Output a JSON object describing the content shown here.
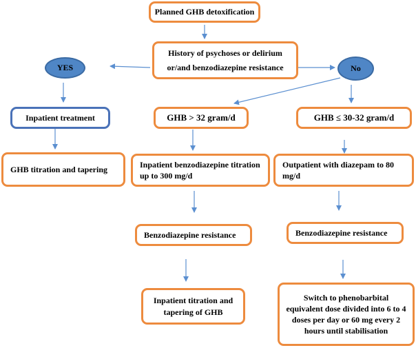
{
  "nodes": {
    "planned": "Planned GHB detoxification",
    "history_line1": "History of psychoses or delirium",
    "history_line2": "or/and benzodiazepine resistance",
    "yes": "YES",
    "no": "No",
    "inpatient_treatment": "Inpatient treatment",
    "ghb_titration": "GHB titration and tapering",
    "ghb_high": "GHB > 32 gram/d",
    "ghb_low": "GHB ≤ 30-32 gram/d",
    "inpatient_benzo": "Inpatient benzodiazepine titration up to 300 mg/d",
    "outpatient_diazepam": "Outpatient with diazepam to 80 mg/d",
    "benzo_resistance_left": "Benzodiazepine resistance",
    "benzo_resistance_right": "Benzodiazepine resistance",
    "inpatient_titration_ghb": "Inpatient titration and tapering of GHB",
    "switch_phenobarbital": "Switch to phenobarbital equivalent dose divided into 6 to 4 doses per day or 60 mg every 2 hours until stabilisation"
  },
  "colors": {
    "box_border": "#ed8b3e",
    "blue_border": "#4a72b8",
    "oval_fill": "#4f86c6",
    "arrow": "#5b8fd0"
  }
}
